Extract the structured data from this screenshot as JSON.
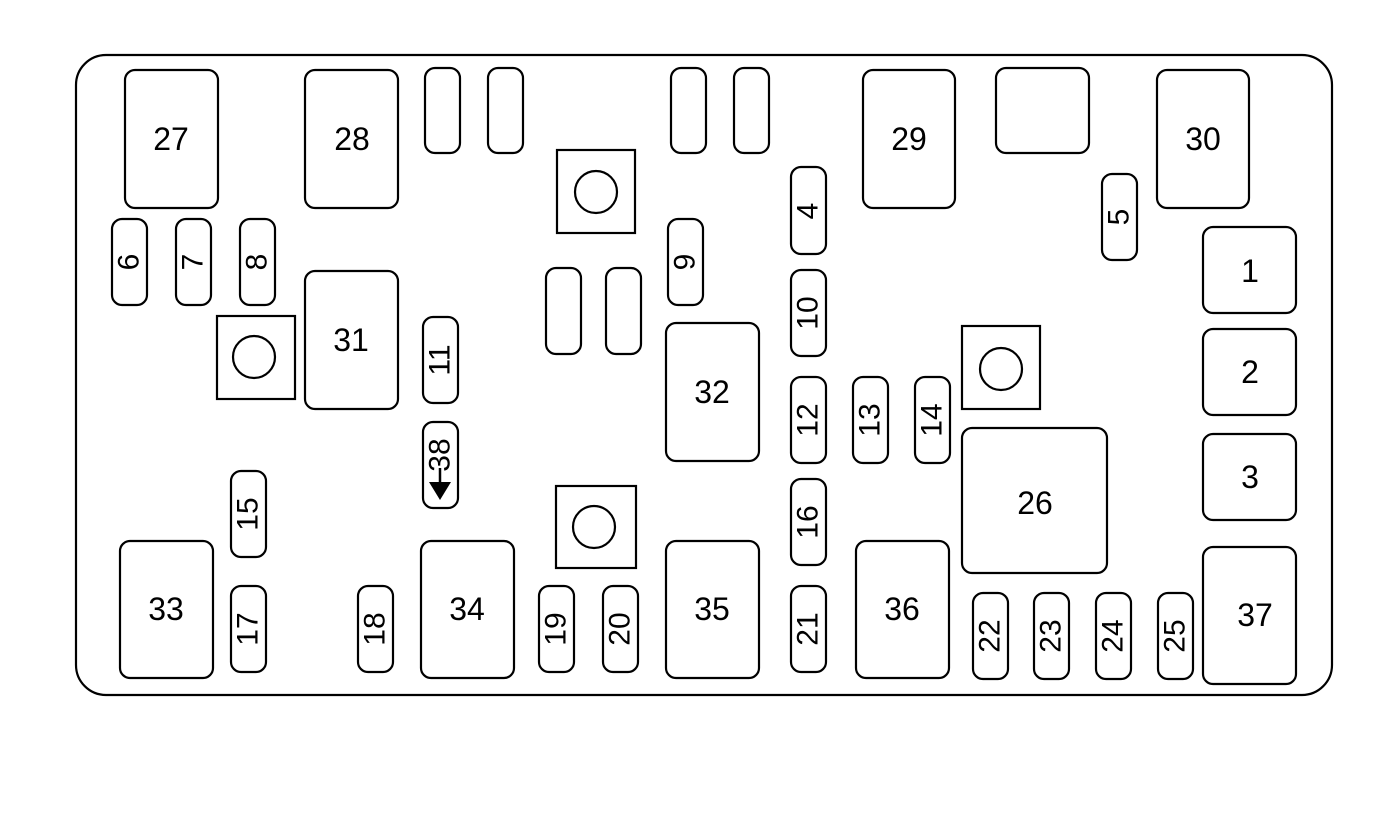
{
  "relays": {
    "r27": "27",
    "r28": "28",
    "r29": "29",
    "r30": "30",
    "r31": "31",
    "r32": "32",
    "r26": "26",
    "r33": "33",
    "r34": "34",
    "r35": "35",
    "r36": "36",
    "r37": "37",
    "r1": "1",
    "r2": "2",
    "r3": "3"
  },
  "fuses": {
    "f4": "4",
    "f5": "5",
    "f6": "6",
    "f7": "7",
    "f8": "8",
    "f9": "9",
    "f10": "10",
    "f11": "11",
    "f12": "12",
    "f13": "13",
    "f14": "14",
    "f15": "15",
    "f16": "16",
    "f17": "17",
    "f18": "18",
    "f19": "19",
    "f20": "20",
    "f21": "21",
    "f22": "22",
    "f23": "23",
    "f24": "24",
    "f25": "25"
  },
  "fuse_38": {
    "label": "38"
  }
}
